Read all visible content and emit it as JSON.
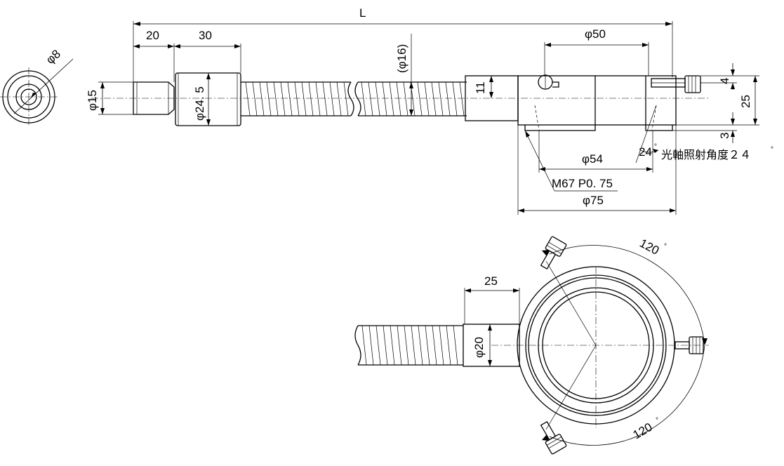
{
  "dimensions": {
    "overall_length": "L",
    "phi8": "φ8",
    "len20": "20",
    "len30": "30",
    "phi15": "φ15",
    "phi24_5": "φ24. 5",
    "phi16": "(φ16)",
    "phi50": "φ50",
    "d11": "11",
    "d4": "4",
    "d25_side": "25",
    "d3": "3",
    "angle24": "24",
    "degree_mark": "°",
    "illumination_angle": "光軸照射角度２４",
    "phi54": "φ54",
    "thread": "M67  P0. 75",
    "phi75": "φ75",
    "angle120_top": "120",
    "angle120_bottom": "120",
    "d25_front": "25",
    "phi20": "φ20"
  }
}
